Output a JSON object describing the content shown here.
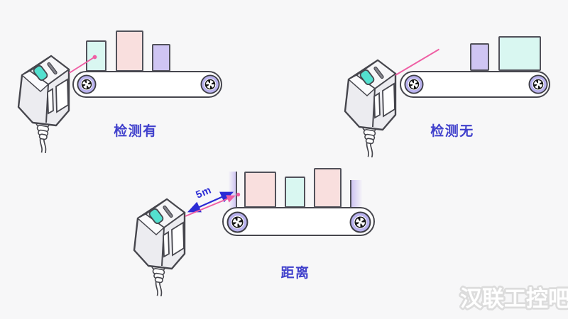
{
  "background_color": "#f7f7f8",
  "colors": {
    "outline": "#46464d",
    "label_blue": "#4141cc",
    "laser_pink": "#ef5fa4",
    "arrow_blue": "#2b2bd5",
    "box_mint": "#d9f7f1",
    "box_pink": "#f9dfde",
    "box_purple": "#cfc5f3",
    "wheel_purple": "#b9b2ee",
    "sensor_screen_teal": "#53e0cf",
    "belt_fill": "#ffffff"
  },
  "scenes": [
    {
      "id": "detection-present",
      "label": "检测有",
      "description": "laser sensor beam hits mint box on conveyor, beam ends with dot on object",
      "belt_items": [
        "mint-box",
        "pink-box",
        "purple-box"
      ]
    },
    {
      "id": "detection-absent",
      "label": "检测无",
      "description": "laser sensor beam passes above empty section of conveyor, no object hit",
      "belt_items": [
        "purple-box",
        "mint-box"
      ]
    },
    {
      "id": "distance",
      "label": "距离",
      "distance_label": "5m",
      "description": "sensor measures 5m distance to object at belt edge; blue double arrow and pink laser with end dot",
      "belt_items": [
        "purple-blur-strip",
        "pink-box",
        "mint-box",
        "pink-box",
        "purple-blur-strip"
      ]
    }
  ],
  "watermark": {
    "text": "汉联工控吧"
  }
}
